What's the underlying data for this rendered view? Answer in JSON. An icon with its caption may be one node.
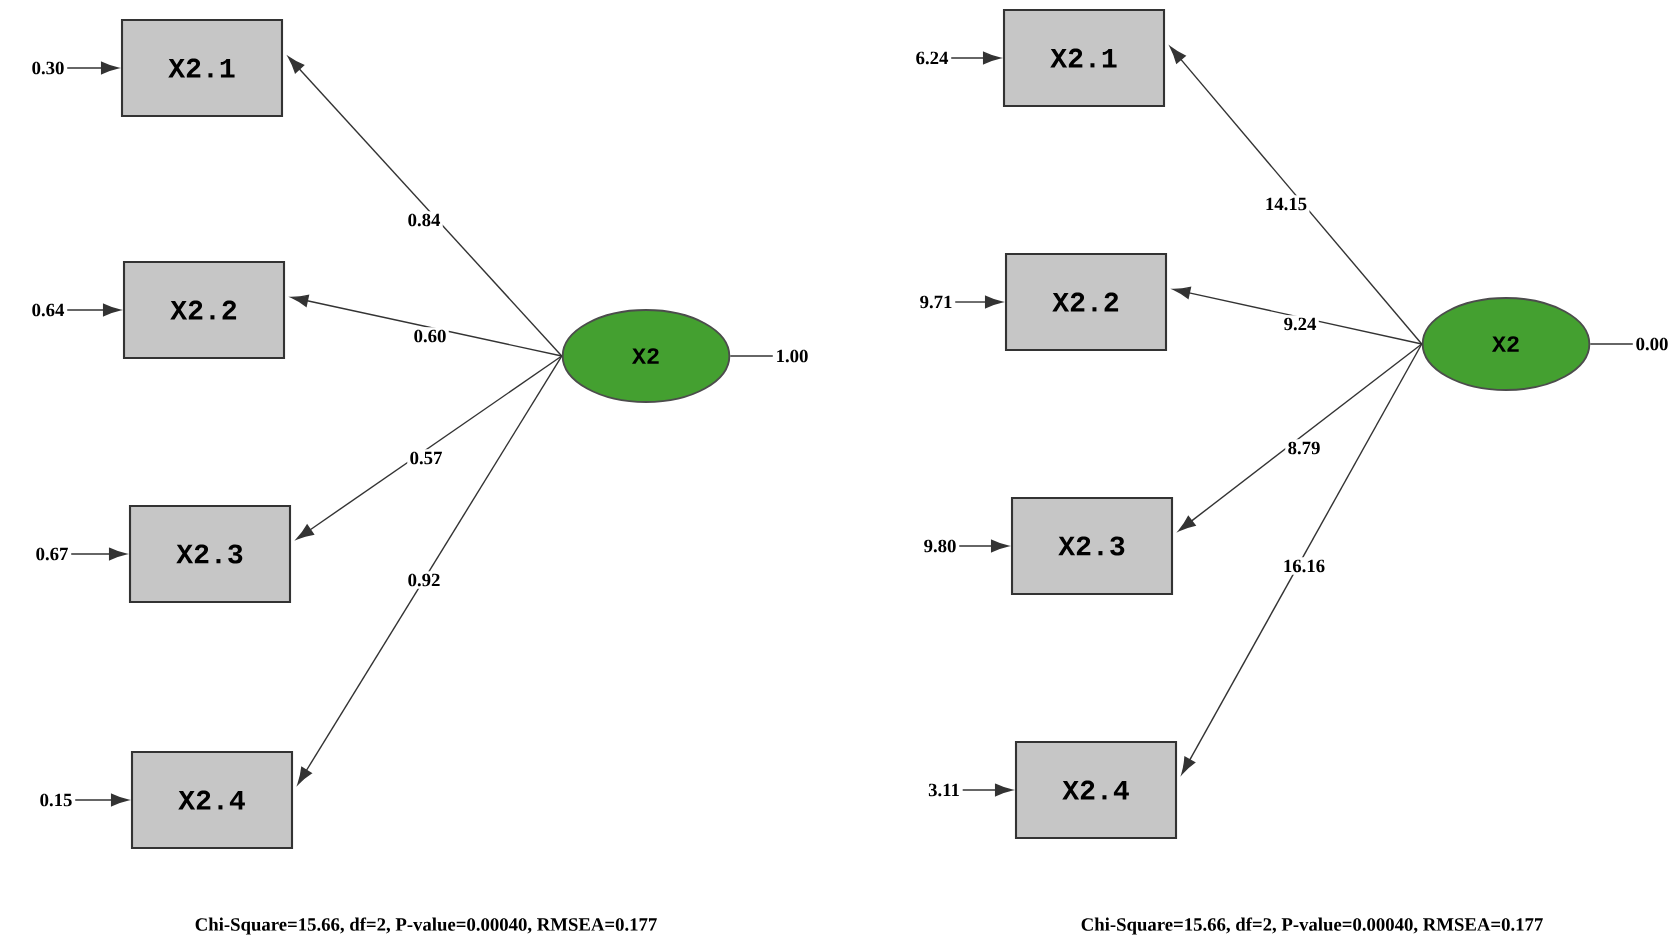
{
  "diagram": {
    "nodes": [
      {
        "text": [
          "X2.1"
        ]
      },
      {
        "text": [
          "X2.2"
        ]
      },
      {
        "text": [
          "X2.3"
        ]
      },
      {
        "text": [
          "X2.4"
        ]
      },
      {
        "text": [
          "X2"
        ]
      },
      {
        "text": [
          "0.30"
        ]
      },
      {
        "text": [
          "0.64"
        ]
      },
      {
        "text": [
          "0.67"
        ]
      },
      {
        "text": [
          "0.15"
        ]
      },
      {
        "text": [
          "1.00"
        ]
      },
      {
        "text": [
          "X2.1"
        ]
      },
      {
        "text": [
          "X2.2"
        ]
      },
      {
        "text": [
          "X2.3"
        ]
      },
      {
        "text": [
          "X2.4"
        ]
      },
      {
        "text": [
          "X2"
        ]
      },
      {
        "text": [
          "6.24"
        ]
      },
      {
        "text": [
          "9.71"
        ]
      },
      {
        "text": [
          "9.80"
        ]
      },
      {
        "text": [
          "3.11"
        ]
      },
      {
        "text": [
          "0.00"
        ]
      }
    ],
    "edges": [
      {
        "from": 4,
        "to": 0,
        "arrow": "to",
        "label": "0.84"
      },
      {
        "from": 4,
        "to": 1,
        "arrow": "to",
        "label": "0.60"
      },
      {
        "from": 4,
        "to": 2,
        "arrow": "to",
        "label": "0.57"
      },
      {
        "from": 4,
        "to": 3,
        "arrow": "to",
        "label": "0.92"
      },
      {
        "from": 5,
        "to": 0,
        "arrow": "to"
      },
      {
        "from": 6,
        "to": 1,
        "arrow": "to"
      },
      {
        "from": 7,
        "to": 2,
        "arrow": "to"
      },
      {
        "from": 8,
        "to": 3,
        "arrow": "to"
      },
      {
        "from": 4,
        "to": 9,
        "arrow": "none"
      },
      {
        "from": 14,
        "to": 10,
        "arrow": "to",
        "label": "14.15"
      },
      {
        "from": 14,
        "to": 11,
        "arrow": "to",
        "label": "9.24"
      },
      {
        "from": 14,
        "to": 12,
        "arrow": "to",
        "label": "8.79"
      },
      {
        "from": 14,
        "to": 13,
        "arrow": "to",
        "label": "16.16"
      },
      {
        "from": 15,
        "to": 10,
        "arrow": "to"
      },
      {
        "from": 16,
        "to": 11,
        "arrow": "to"
      },
      {
        "from": 17,
        "to": 12,
        "arrow": "to"
      },
      {
        "from": 18,
        "to": 13,
        "arrow": "to"
      },
      {
        "from": 14,
        "to": 19,
        "arrow": "none"
      }
    ],
    "labels": [
      "Chi-Square=15.66, df=2, P-value=0.00040, RMSEA=0.177",
      "Chi-Square=15.66, df=2, P-value=0.00040, RMSEA=0.177"
    ]
  }
}
